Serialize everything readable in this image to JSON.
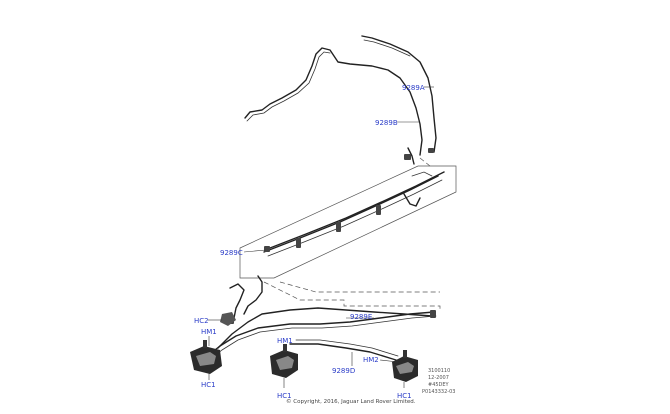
{
  "callouts": {
    "c9289a": "9289A",
    "c9289b": "9289B",
    "c9289c": "9289C",
    "c9289d": "9289D",
    "c9289e": "9289E",
    "hc2": "HC2",
    "hm1_left": "HM1",
    "hm1_mid": "HM1",
    "hm2": "HM2",
    "hc1_left": "HC1",
    "hc1_mid": "HC1",
    "hc1_right": "HC1"
  },
  "reference": {
    "line1": "3100110",
    "line2": "12-2007",
    "line3": "#45DEY",
    "line4": "P0143332-03"
  },
  "copyright": "© Copyright, 2016, Jaguar Land Rover Limited.",
  "colors": {
    "callout": "#2a3cc8",
    "line": "#222222"
  }
}
